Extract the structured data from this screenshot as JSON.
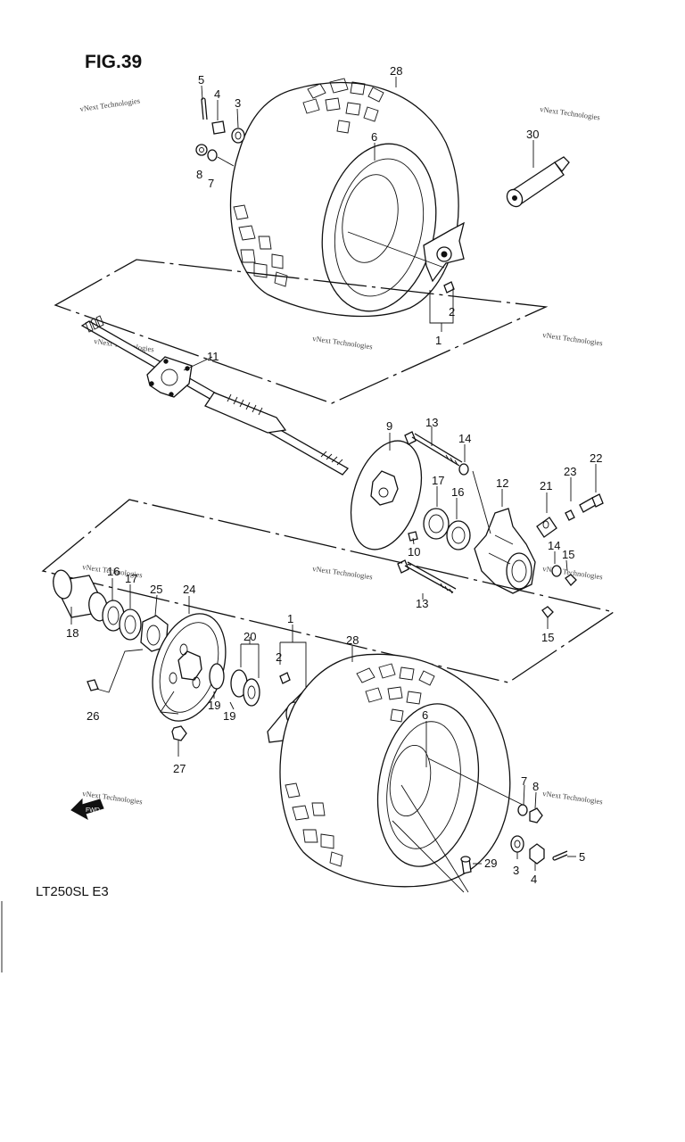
{
  "figure_title": "FIG.39",
  "model_code": "LT250SL  E3",
  "watermark": "vNext Technologies",
  "fwd_arrow": "FWD",
  "callouts": {
    "c28_top": "28",
    "c5_top": "5",
    "c4_top": "4",
    "c3_top": "3",
    "c6_top": "6",
    "c8_top": "8",
    "c7_top": "7",
    "c30": "30",
    "c2_top": "2",
    "c1_top": "1",
    "c11": "11",
    "c9": "9",
    "c13_top": "13",
    "c14_top": "14",
    "c22": "22",
    "c23": "23",
    "c21": "21",
    "c12": "12",
    "c17_r": "17",
    "c16_r": "16",
    "c10": "10",
    "c14_r": "14",
    "c15_r": "15",
    "c13_bot": "13",
    "c15_bot": "15",
    "c16_l": "16",
    "c17_l": "17",
    "c25": "25",
    "c24": "24",
    "c18": "18",
    "c20": "20",
    "c1_bot": "1",
    "c2_bot": "2",
    "c28_bot": "28",
    "c19_a": "19",
    "c19_b": "19",
    "c26": "26",
    "c27": "27",
    "c6_bot": "6",
    "c7_bot": "7",
    "c8_bot": "8",
    "c29": "29",
    "c3_bot": "3",
    "c4_bot": "4",
    "c5_bot": "5"
  }
}
